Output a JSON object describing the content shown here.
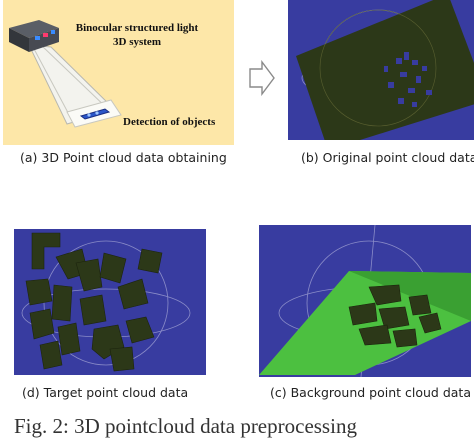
{
  "panel_a": {
    "device_label_line1": "Binocular structured light",
    "device_label_line2": "3D system",
    "object_label": "Detection of objects",
    "caption": "(a) 3D Point cloud data obtaining"
  },
  "panel_b": {
    "caption": "(b) Original point cloud data"
  },
  "panel_d": {
    "caption": "(d) Target point cloud data"
  },
  "panel_c": {
    "caption": "(c) Background point cloud data"
  },
  "figure": {
    "caption": "Fig. 2: 3D pointcloud data preprocessing"
  },
  "colors": {
    "panel_a_bg": "#fde7a8",
    "viewer_bg": "#383ca0",
    "cloud_dark": "#2c3818",
    "cloud_green": "#4cc040",
    "arrow": "#8a8a8a"
  }
}
